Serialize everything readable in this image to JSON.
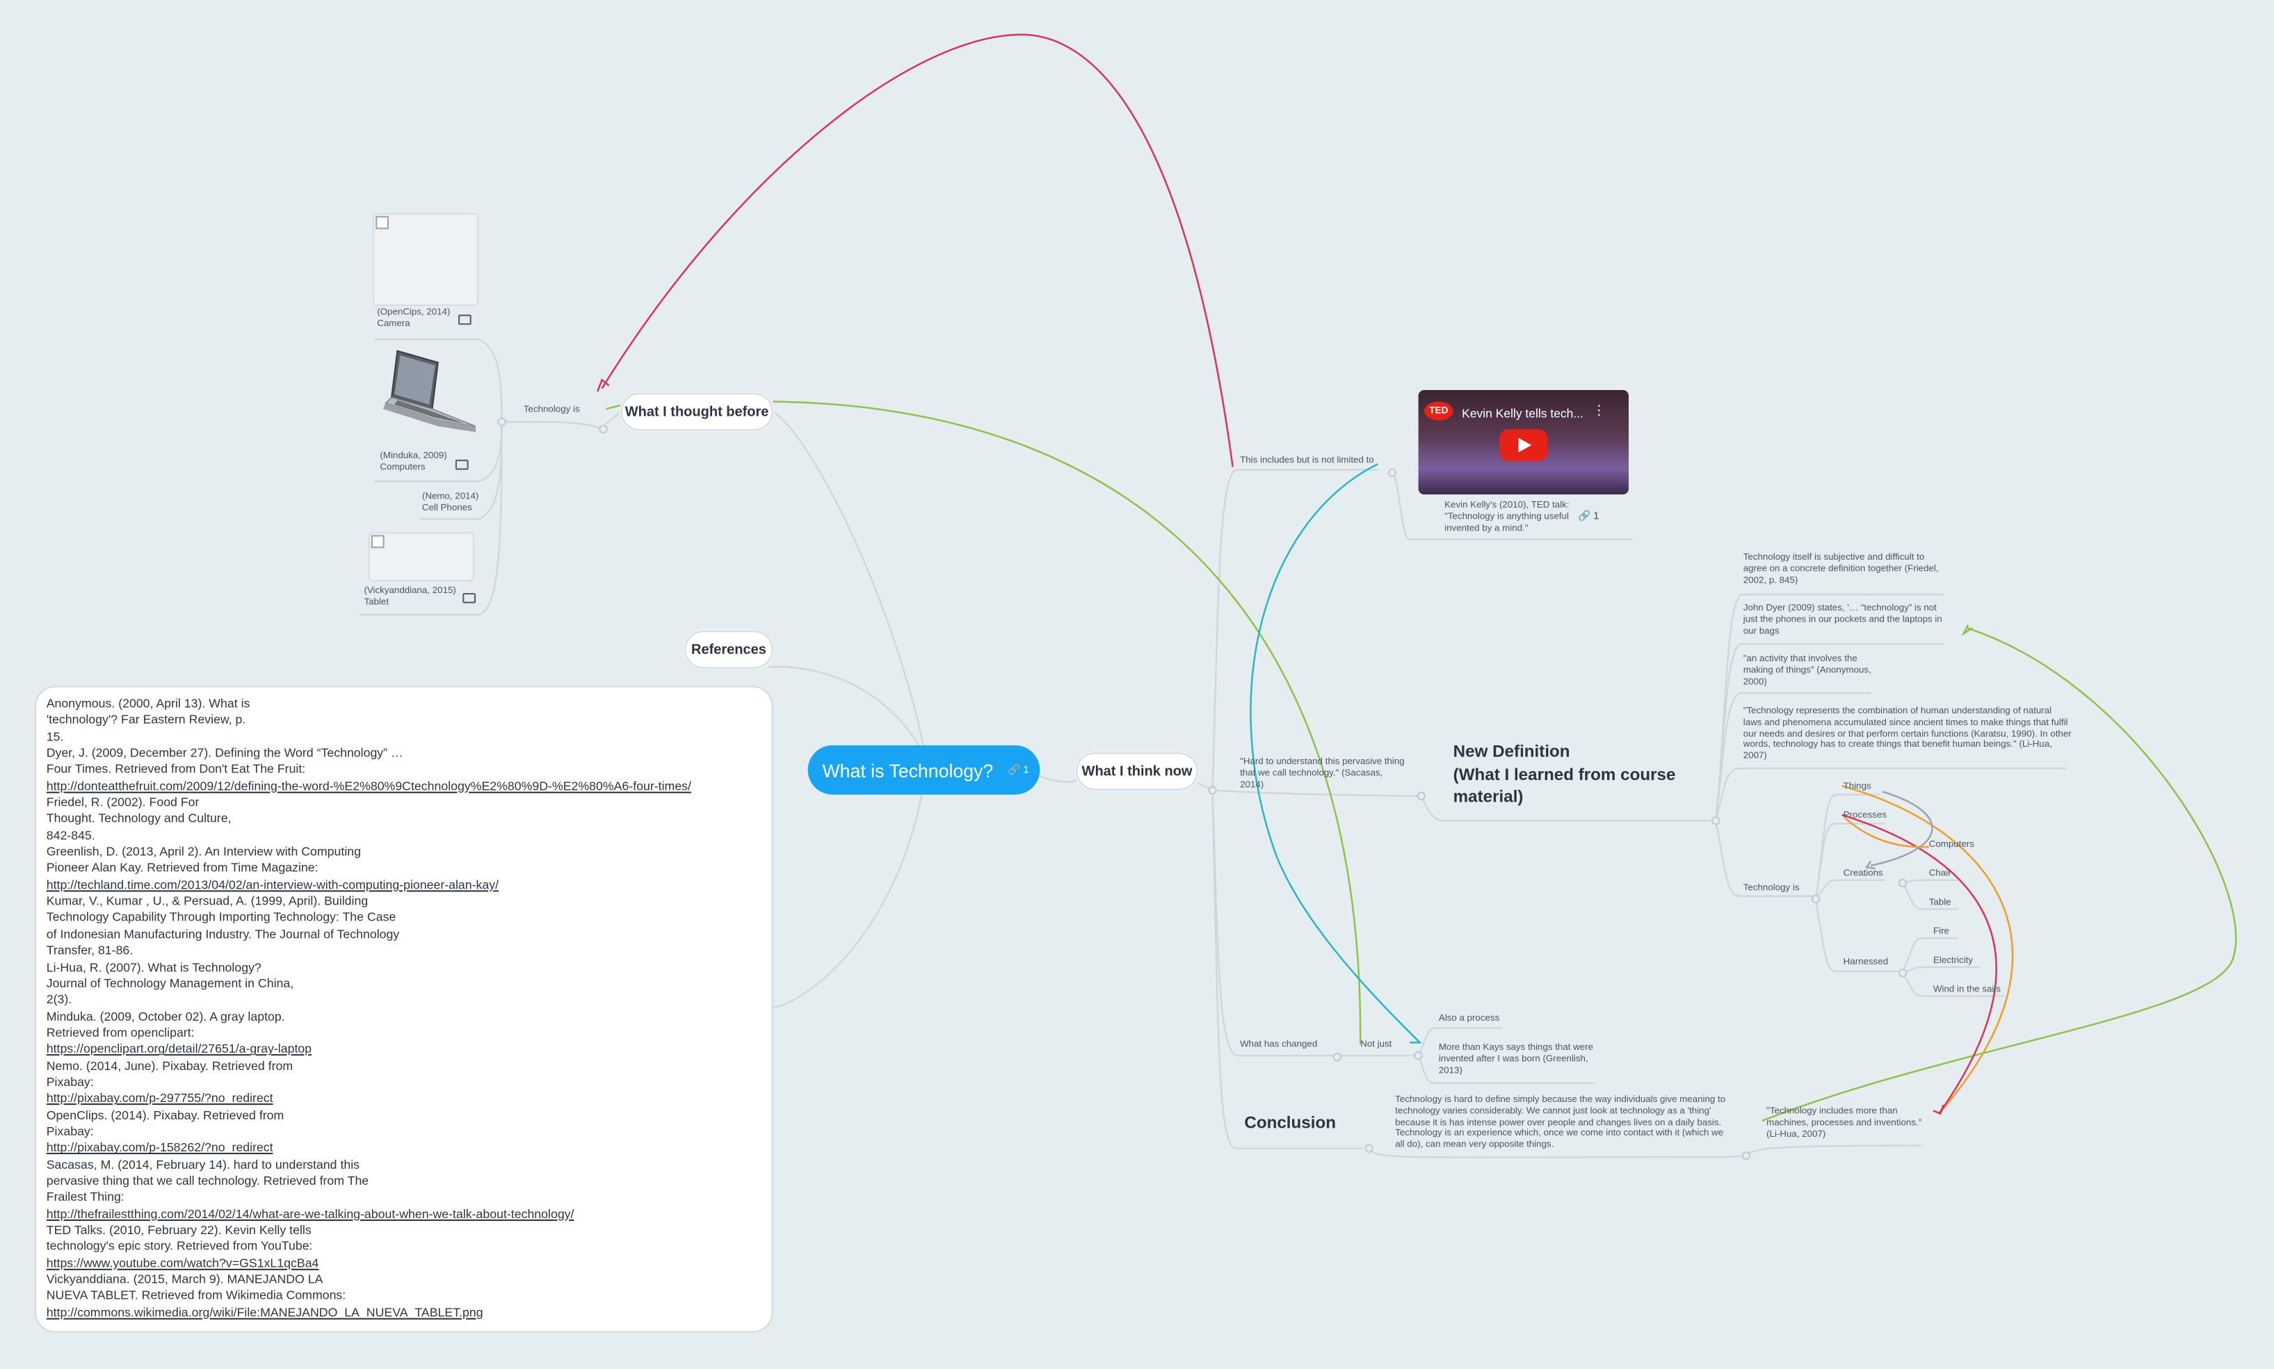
{
  "central": {
    "label": "What is Technology?",
    "badge": "1"
  },
  "before": {
    "label": "What I thought before",
    "sub": "Technology is",
    "items": [
      {
        "caption": "(OpenCips, 2014)\nCamera",
        "icon": "image-icon"
      },
      {
        "caption": "(Minduka, 2009)\nComputers",
        "icon": "image-icon"
      },
      {
        "caption": "(Nemo, 2014)\nCell Phones",
        "icon": ""
      },
      {
        "caption": "(Vickyanddiana, 2015)\nTablet",
        "icon": "image-icon"
      }
    ]
  },
  "references": {
    "label": "References",
    "lines": [
      {
        "text": "Anonymous. (2000, April 13). What is",
        "link": false
      },
      {
        "text": "'technology'? Far Eastern Review, p.",
        "link": false
      },
      {
        "text": "15.",
        "link": false
      },
      {
        "text": "Dyer, J. (2009, December 27). Defining the Word “Technology” …",
        "link": false
      },
      {
        "text": "Four Times. Retrieved from Don't Eat The Fruit:",
        "link": false
      },
      {
        "text": "http://donteatthefruit.com/2009/12/defining-the-word-%E2%80%9Ctechnology%E2%80%9D-%E2%80%A6-four-times/",
        "link": true
      },
      {
        "text": "Friedel, R. (2002). Food For",
        "link": false
      },
      {
        "text": "Thought. Technology and Culture,",
        "link": false
      },
      {
        "text": "842-845.",
        "link": false
      },
      {
        "text": "Greenlish, D. (2013, April 2). An Interview with Computing",
        "link": false
      },
      {
        "text": "Pioneer Alan Kay. Retrieved from Time Magazine:",
        "link": false
      },
      {
        "text": "http://techland.time.com/2013/04/02/an-interview-with-computing-pioneer-alan-kay/",
        "link": true
      },
      {
        "text": "Kumar, V., Kumar , U., & Persuad, A. (1999, April). Building",
        "link": false
      },
      {
        "text": "Technology Capability Through Importing Technology: The Case",
        "link": false
      },
      {
        "text": "of Indonesian Manufacturing Industry. The Journal of Technology",
        "link": false
      },
      {
        "text": "Transfer, 81-86.",
        "link": false
      },
      {
        "text": "Li-Hua, R. (2007). What is Technology?",
        "link": false
      },
      {
        "text": "Journal of Technology Management in China,",
        "link": false
      },
      {
        "text": "2(3).",
        "link": false
      },
      {
        "text": "Minduka. (2009, October 02). A gray laptop.",
        "link": false
      },
      {
        "text": "Retrieved from openclipart:",
        "link": false
      },
      {
        "text": "https://openclipart.org/detail/27651/a-gray-laptop",
        "link": true
      },
      {
        "text": "Nemo. (2014, June). Pixabay. Retrieved from",
        "link": false
      },
      {
        "text": "Pixabay:",
        "link": false
      },
      {
        "text": "http://pixabay.com/p-297755/?no_redirect",
        "link": true
      },
      {
        "text": "OpenClips. (2014). Pixabay. Retrieved from",
        "link": false
      },
      {
        "text": "Pixabay:",
        "link": false
      },
      {
        "text": "http://pixabay.com/p-158262/?no_redirect",
        "link": true
      },
      {
        "text": "Sacasas, M. (2014, February 14). hard to understand this",
        "link": false
      },
      {
        "text": "pervasive thing that we call technology. Retrieved from The",
        "link": false
      },
      {
        "text": "Frailest Thing:",
        "link": false
      },
      {
        "text": "http://thefrailestthing.com/2014/02/14/what-are-we-talking-about-when-we-talk-about-technology/",
        "link": true
      },
      {
        "text": "TED Talks. (2010, February 22). Kevin Kelly tells",
        "link": false
      },
      {
        "text": "technology's epic story. Retrieved from YouTube:",
        "link": false
      },
      {
        "text": "https://www.youtube.com/watch?v=GS1xL1qcBa4",
        "link": true
      },
      {
        "text": "Vickyanddiana. (2015, March 9). MANEJANDO LA",
        "link": false
      },
      {
        "text": "NUEVA TABLET. Retrieved from Wikimedia Commons:",
        "link": false
      },
      {
        "text": "http://commons.wikimedia.org/wiki/File:MANEJANDO_LA_NUEVA_TABLET.png",
        "link": true
      }
    ]
  },
  "now": {
    "label": "What I think now",
    "includes": "This includes but is not limited to",
    "video_title": "Kevin Kelly tells tech...",
    "video_logo": "TED",
    "video_caption": "Kevin Kelly's (2010), TED talk:\n\"Technology is anything useful\ninvented by a mind.\"",
    "video_badge": "1",
    "hard": "\"Hard to understand this pervasive thing\nthat we call technology.\" (Sacasas,\n2014)",
    "new_def": "New Definition\n(What I learned from course\nmaterial)",
    "defs": [
      "Technology itself is subjective and difficult to\nagree on a concrete definition together (Friedel,\n2002, p. 845)",
      "John Dyer (2009) states, '… “technology” is not\njust the phones in our pockets and the laptops in\nour bags",
      "\"an activity that involves the\nmaking of things\" (Anonymous,\n2000)",
      "\"Technology represents the combination of human understanding of natural\nlaws and phenomena accumulated since ancient times to make things that fulfil\nour needs and desires or that perform certain functions (Karatsu, 1990). In other\nwords, technology has to create things that benefit human beings.\" (Li-Hua,\n2007)"
    ],
    "tech_is": "Technology is",
    "things": "Things",
    "processes": "Processes",
    "computers": "Computers",
    "creations": "Creations",
    "chair": "Chair",
    "table": "Table",
    "harnessed": "Harnessed",
    "fire": "Fire",
    "electricity": "Electricity",
    "wind": "Wind in the sails",
    "changed": "What has changed",
    "not_just": "Not just",
    "also_process": "Also a process",
    "kay": "More than Kays says things that were\ninvented after I was born (Greenlish,\n2013)",
    "conclusion": "Conclusion",
    "conclusion_text": "Technology is hard to define simply because the way individuals give meaning to\ntechnology varies considerably.  We cannot just look at technology as a 'thing'\nbecause it is has intense power over people and changes lives on a daily basis.\nTechnology is an experience which, once we come into contact with it (which we\nall do), can mean very opposite things.",
    "lihua": "\"Technology includes more than\nmachines, processes and inventions.\"\n(Li-Hua, 2007)"
  },
  "colors": {
    "central": "#18a4f2",
    "red": "#d9345a",
    "green": "#8cc34a",
    "teal": "#2bb5c4",
    "orange": "#f39c2b",
    "gray": "#9aa4ad"
  }
}
